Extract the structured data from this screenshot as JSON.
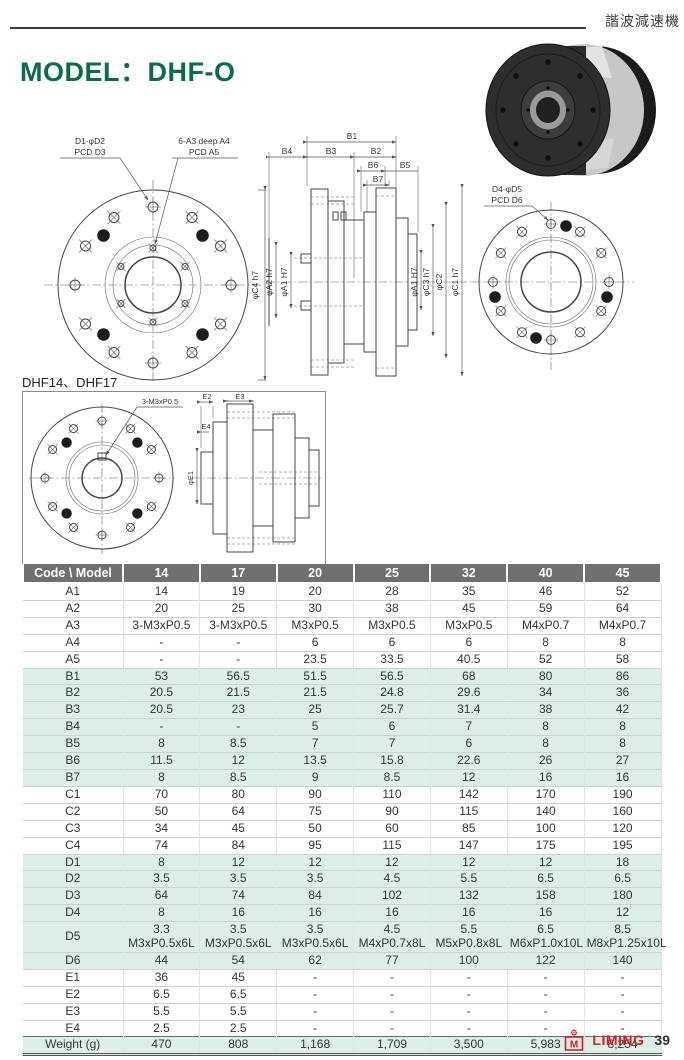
{
  "page": {
    "header_label": "諧波減速機",
    "title": "MODEL：DHF-O",
    "model_note": "DHF14、DHF17"
  },
  "drawings": {
    "front_view": {
      "hole_label": [
        "D1-φD2",
        "PCD D3"
      ],
      "tap_label": [
        "6-A3 deep A4",
        "PCD A5"
      ],
      "dim_c4": "φC4 h7"
    },
    "section_view": {
      "top_dims": [
        "B1",
        "B4",
        "B3",
        "B2",
        "B6",
        "B5",
        "B7"
      ],
      "left_dims": [
        "φA2 h7",
        "φA1 H7"
      ],
      "right_dims": [
        "φA1 H7",
        "φC3 h7",
        "φC2",
        "φC1 h7"
      ]
    },
    "rear_view": {
      "label": [
        "D4-φD5",
        "PCD D6"
      ]
    },
    "small_view": {
      "thread_label": "3-M3xP0.5",
      "dims": [
        "E2",
        "E3",
        "E4",
        "φE1"
      ]
    }
  },
  "table": {
    "header": [
      "Code \\ Model",
      "14",
      "17",
      "20",
      "25",
      "32",
      "40",
      "45"
    ],
    "rows": [
      {
        "code": "A1",
        "shade": "plain",
        "values": [
          "14",
          "19",
          "20",
          "28",
          "35",
          "46",
          "52"
        ]
      },
      {
        "code": "A2",
        "shade": "plain",
        "values": [
          "20",
          "25",
          "30",
          "38",
          "45",
          "59",
          "64"
        ]
      },
      {
        "code": "A3",
        "shade": "plain",
        "values": [
          "3-M3xP0.5",
          "3-M3xP0.5",
          "M3xP0.5",
          "M3xP0.5",
          "M3xP0.5",
          "M4xP0.7",
          "M4xP0.7"
        ]
      },
      {
        "code": "A4",
        "shade": "plain",
        "values": [
          "-",
          "-",
          "6",
          "6",
          "6",
          "8",
          "8"
        ]
      },
      {
        "code": "A5",
        "shade": "plain",
        "values": [
          "-",
          "-",
          "23.5",
          "33.5",
          "40.5",
          "52",
          "58"
        ]
      },
      {
        "code": "B1",
        "shade": "mint",
        "values": [
          "53",
          "56.5",
          "51.5",
          "56.5",
          "68",
          "80",
          "86"
        ]
      },
      {
        "code": "B2",
        "shade": "mint",
        "values": [
          "20.5",
          "21.5",
          "21.5",
          "24.8",
          "29.6",
          "34",
          "36"
        ]
      },
      {
        "code": "B3",
        "shade": "mint",
        "values": [
          "20.5",
          "23",
          "25",
          "25.7",
          "31.4",
          "38",
          "42"
        ]
      },
      {
        "code": "B4",
        "shade": "mint",
        "values": [
          "-",
          "-",
          "5",
          "6",
          "7",
          "8",
          "8"
        ]
      },
      {
        "code": "B5",
        "shade": "mint",
        "values": [
          "8",
          "8.5",
          "7",
          "7",
          "6",
          "8",
          "8"
        ]
      },
      {
        "code": "B6",
        "shade": "mint",
        "values": [
          "11.5",
          "12",
          "13.5",
          "15.8",
          "22.6",
          "26",
          "27"
        ]
      },
      {
        "code": "B7",
        "shade": "mint",
        "values": [
          "8",
          "8.5",
          "9",
          "8.5",
          "12",
          "16",
          "16"
        ]
      },
      {
        "code": "C1",
        "shade": "plain",
        "values": [
          "70",
          "80",
          "90",
          "110",
          "142",
          "170",
          "190"
        ]
      },
      {
        "code": "C2",
        "shade": "plain",
        "values": [
          "50",
          "64",
          "75",
          "90",
          "115",
          "140",
          "160"
        ]
      },
      {
        "code": "C3",
        "shade": "plain",
        "values": [
          "34",
          "45",
          "50",
          "60",
          "85",
          "100",
          "120"
        ]
      },
      {
        "code": "C4",
        "shade": "plain",
        "values": [
          "74",
          "84",
          "95",
          "115",
          "147",
          "175",
          "195"
        ]
      },
      {
        "code": "D1",
        "shade": "mint",
        "values": [
          "8",
          "12",
          "12",
          "12",
          "12",
          "12",
          "18"
        ]
      },
      {
        "code": "D2",
        "shade": "mint",
        "values": [
          "3.5",
          "3.5",
          "3.5",
          "4.5",
          "5.5",
          "6.5",
          "6.5"
        ]
      },
      {
        "code": "D3",
        "shade": "mint",
        "values": [
          "64",
          "74",
          "84",
          "102",
          "132",
          "158",
          "180"
        ]
      },
      {
        "code": "D4",
        "shade": "mint",
        "values": [
          "8",
          "16",
          "16",
          "16",
          "16",
          "16",
          "12"
        ]
      },
      {
        "code": "D5",
        "shade": "mint",
        "values": [
          "3.3\nM3xP0.5x6L",
          "3.5\nM3xP0.5x6L",
          "3.5\nM3xP0.5x6L",
          "4.5\nM4xP0.7x8L",
          "5.5\nM5xP0.8x8L",
          "6.5\nM6xP1.0x10L",
          "8.5\nM8xP1.25x10L"
        ]
      },
      {
        "code": "D6",
        "shade": "mint",
        "values": [
          "44",
          "54",
          "62",
          "77",
          "100",
          "122",
          "140"
        ]
      },
      {
        "code": "E1",
        "shade": "plain",
        "values": [
          "36",
          "45",
          "-",
          "-",
          "-",
          "-",
          "-"
        ]
      },
      {
        "code": "E2",
        "shade": "plain",
        "values": [
          "6.5",
          "6.5",
          "-",
          "-",
          "-",
          "-",
          "-"
        ]
      },
      {
        "code": "E3",
        "shade": "plain",
        "values": [
          "5.5",
          "5.5",
          "-",
          "-",
          "-",
          "-",
          "-"
        ]
      },
      {
        "code": "E4",
        "shade": "plain",
        "values": [
          "2.5",
          "2.5",
          "-",
          "-",
          "-",
          "-",
          "-"
        ]
      },
      {
        "code": "Weight (g)",
        "shade": "mint",
        "weight": true,
        "values": [
          "470",
          "808",
          "1,168",
          "1,709",
          "3,500",
          "5,983",
          "8,254"
        ]
      }
    ]
  },
  "footer": {
    "brand": "LIMING",
    "logo_letter": "M",
    "page_number": "39"
  }
}
